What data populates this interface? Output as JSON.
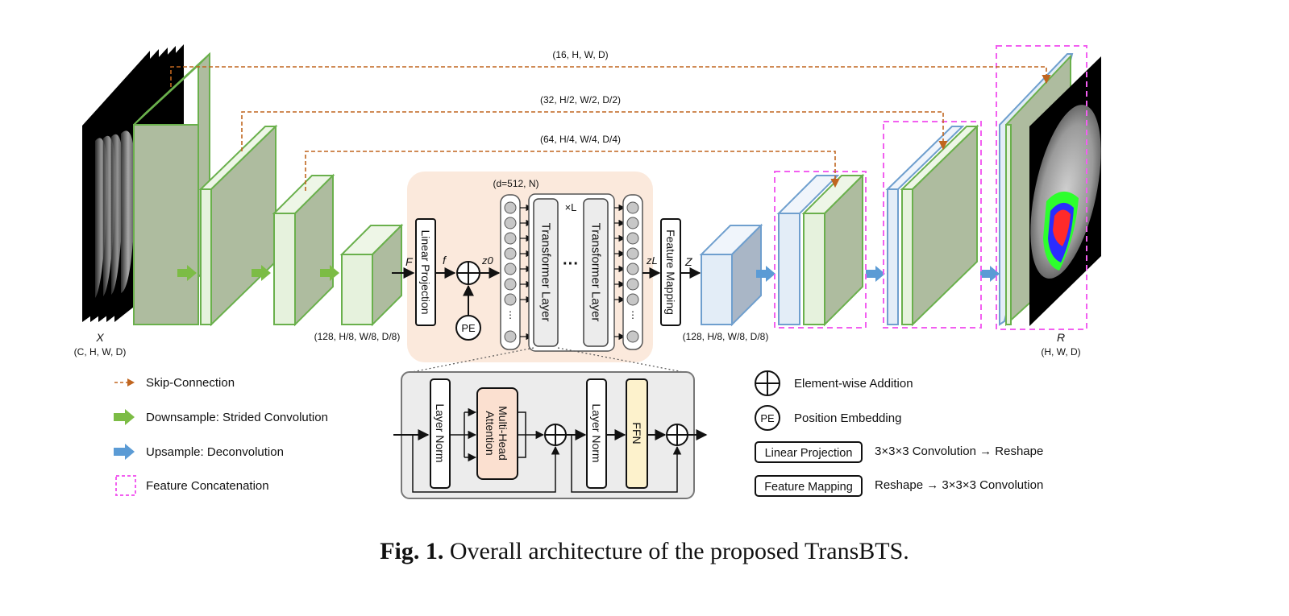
{
  "diagram": {
    "skip_dims": [
      "(16, H, W, D)",
      "(32, H/2, W/2, D/2)",
      "(64, H/4, W/4, D/4)"
    ],
    "input_symbol": "X",
    "input_dims": "(C, H, W, D)",
    "encoder_dims": "(128, H/8, W/8, D/8)",
    "decoder_dims": "(128, H/8, W/8, D/8)",
    "output_symbol": "R",
    "output_dims": "(H, W, D)",
    "token_dims": "(d=512, N)",
    "sym_F": "F",
    "sym_f": "f",
    "sym_z0": "z0",
    "sym_zL": "zL",
    "sym_Z": "Z",
    "linear_projection": "Linear Projection",
    "feature_mapping": "Feature Mapping",
    "pe": "PE",
    "transformer_layer": "Transformer Layer",
    "repeat": "×L",
    "ellipsis": "···",
    "layer_norm": "Layer Norm",
    "mha_line1": "Multi-Head",
    "mha_line2": "Attention",
    "ffn": "FFN"
  },
  "legend": {
    "skip": "Skip-Connection",
    "downsample": "Downsample: Strided Convolution",
    "upsample": "Upsample: Deconvolution",
    "concat": "Feature Concatenation",
    "addition": "Element-wise Addition",
    "pe_label": "PE",
    "pe_desc": "Position Embedding",
    "lp_label": "Linear Projection",
    "lp_desc": "3×3×3 Convolution → Reshape",
    "fm_label": "Feature Mapping",
    "fm_desc": "Reshape → 3×3×3 Convolution"
  },
  "caption": {
    "label": "Fig. 1.",
    "text": "Overall architecture of the proposed TransBTS."
  },
  "colors": {
    "green_front": "#e6f2dd",
    "green_side": "#aebc9f",
    "green_stroke": "#6ab04c",
    "blue_front": "#e3edf7",
    "blue_side": "#a9b6c6",
    "blue_stroke": "#6f9fce",
    "skip": "#c0651f",
    "concat": "#f25ff0",
    "transformer_bg": "#fbe9dc",
    "mha_fill": "#fbe0d0",
    "ffn_fill": "#fdf2cc"
  }
}
